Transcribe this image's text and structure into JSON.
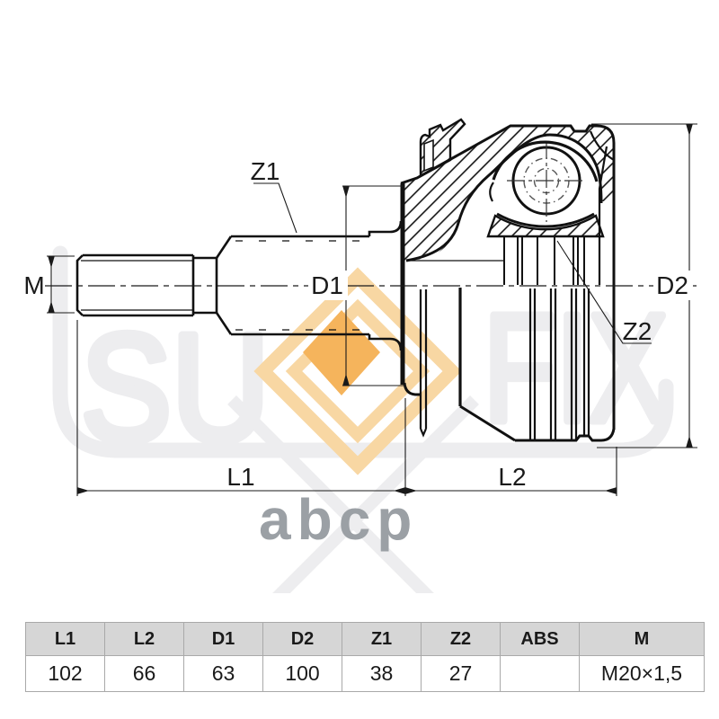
{
  "drawing": {
    "labels": {
      "m": "M",
      "z1": "Z1",
      "z2": "Z2",
      "d1": "D1",
      "d2": "D2",
      "l1": "L1",
      "l2": "L2"
    }
  },
  "watermark": {
    "brand_left": "SU",
    "brand_right": "FIX",
    "logo_bottom": "abcp",
    "accent_orange_solid": "#f5b45c",
    "accent_orange_light": "#f8d7a3",
    "gray_light": "#ededef",
    "gray_logo": "#9ba0a5"
  },
  "table": {
    "headers": [
      "L1",
      "L2",
      "D1",
      "D2",
      "Z1",
      "Z2",
      "ABS",
      "M"
    ],
    "values": [
      "102",
      "66",
      "63",
      "100",
      "38",
      "27",
      "",
      "M20×1,5"
    ]
  }
}
